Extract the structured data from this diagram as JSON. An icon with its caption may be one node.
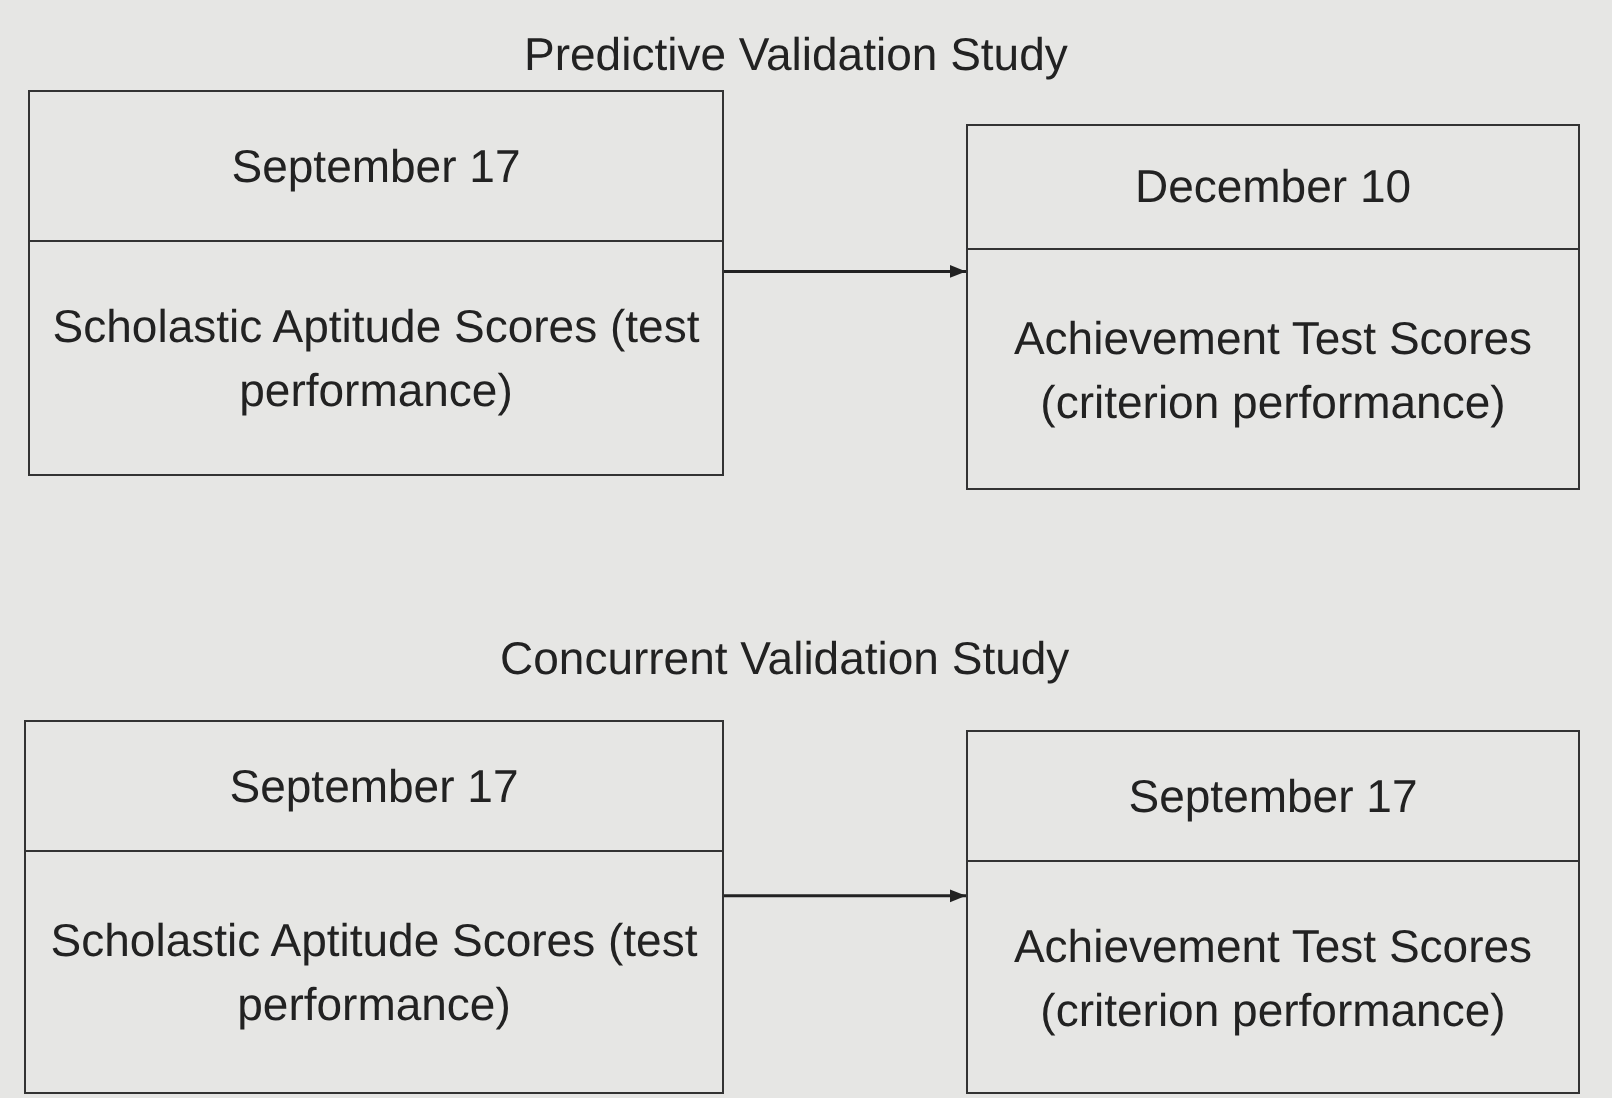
{
  "diagram": {
    "nodes": [
      {
        "text": [
          "September 17",
          "Scholastic Aptitude Scores (test performance)"
        ]
      },
      {
        "text": [
          "December 10",
          "Achievement Test Scores (criterion performance)"
        ]
      },
      {
        "text": [
          "September 17",
          "Scholastic Aptitude Scores (test performance)"
        ]
      },
      {
        "text": [
          "September 17",
          "Achievement Test Scores (criterion performance)"
        ]
      }
    ],
    "edges": [
      {
        "from": 0,
        "to": 1,
        "arrow": "to"
      },
      {
        "from": 2,
        "to": 3,
        "arrow": "to"
      }
    ],
    "labels": [
      "Predictive Validation Study",
      "Concurrent Validation Study"
    ]
  }
}
